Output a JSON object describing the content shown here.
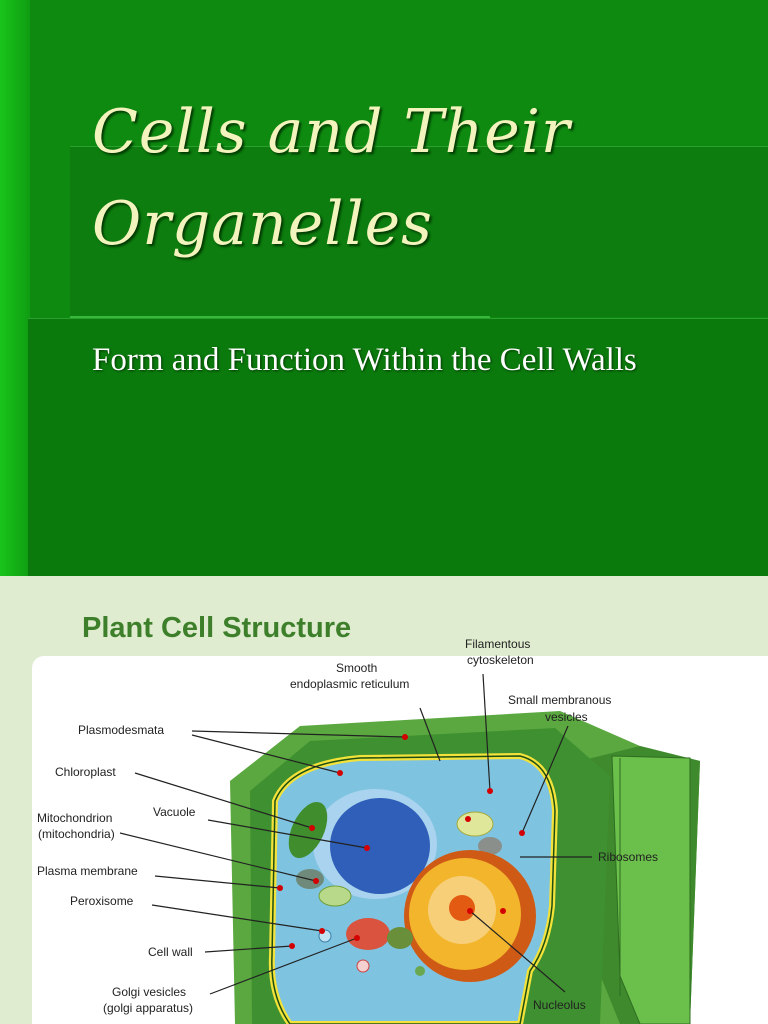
{
  "slide1": {
    "title": "Cells and Their Organelles",
    "subtitle": "Form and Function Within the Cell Walls"
  },
  "slide2": {
    "title": "Plant Cell Structure",
    "labels": {
      "filamentous_1": "Filamentous",
      "filamentous_2": "cytoskeleton",
      "smooth_er_1": "Smooth",
      "smooth_er_2": "endoplasmic reticulum",
      "small_vesicles_1": "Small membranous",
      "small_vesicles_2": "vesicles",
      "plasmodesmata": "Plasmodesmata",
      "chloroplast": "Chloroplast",
      "vacuole": "Vacuole",
      "mitochondrion_1": "Mitochondrion",
      "mitochondrion_2": "(mitochondria)",
      "ribosomes": "Ribosomes",
      "plasma_membrane": "Plasma membrane",
      "peroxisome": "Peroxisome",
      "cell_wall": "Cell wall",
      "golgi_1": "Golgi vesicles",
      "golgi_2": "(golgi apparatus)",
      "nucleolus": "Nucleolus"
    }
  },
  "colors": {
    "slide_green": "#0e8a10",
    "title_cream": "#f3f3bd",
    "slide2_bg": "#dfeccf",
    "heading_green": "#3d7f2a",
    "marker_red": "#d40000"
  }
}
